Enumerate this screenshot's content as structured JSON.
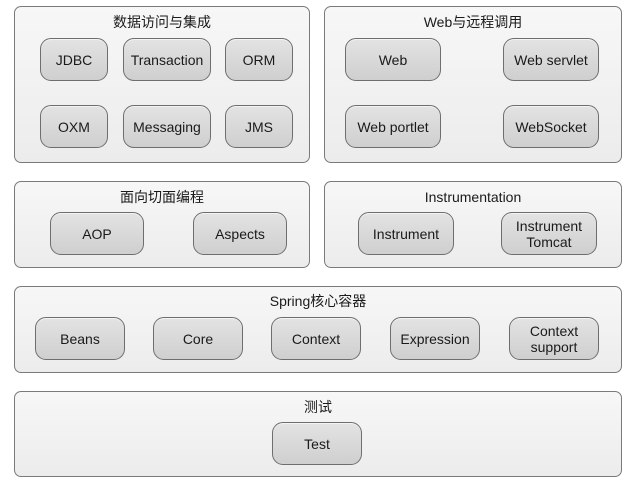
{
  "panels": {
    "data_access": {
      "title": "数据访问与集成",
      "modules": [
        "JDBC",
        "Transaction",
        "ORM",
        "OXM",
        "Messaging",
        "JMS"
      ]
    },
    "web": {
      "title": "Web与远程调用",
      "modules": [
        "Web",
        "Web servlet",
        "Web portlet",
        "WebSocket"
      ]
    },
    "aop": {
      "title": "面向切面编程",
      "modules": [
        "AOP",
        "Aspects"
      ]
    },
    "instrumentation": {
      "title": "Instrumentation",
      "modules": [
        "Instrument",
        "Instrument\nTomcat"
      ]
    },
    "core_container": {
      "title": "Spring核心容器",
      "modules": [
        "Beans",
        "Core",
        "Context",
        "Expression",
        "Context\nsupport"
      ]
    },
    "test": {
      "title": "测试",
      "modules": [
        "Test"
      ]
    }
  }
}
